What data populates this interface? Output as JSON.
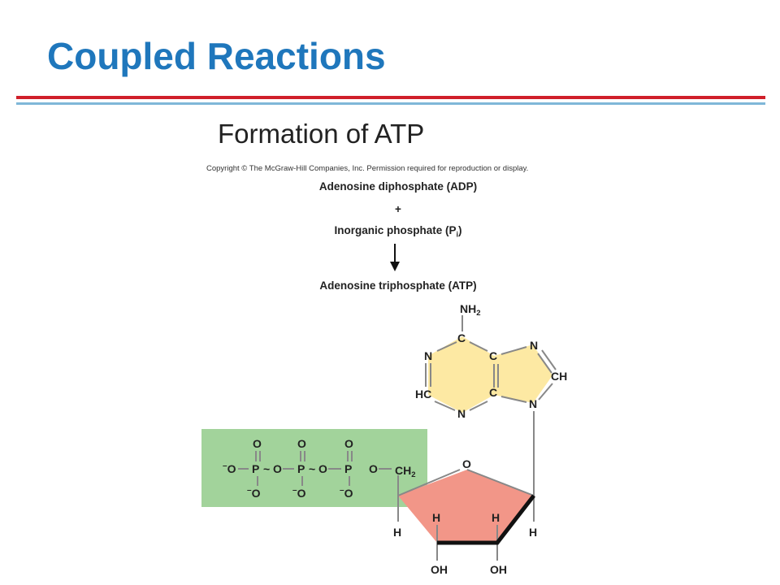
{
  "slide": {
    "title": "Coupled Reactions",
    "subtitle": "Formation of ATP",
    "copyright": "Copyright © The McGraw-Hill Companies, Inc. Permission required for reproduction or display."
  },
  "reaction": {
    "reactant1": "Adenosine diphosphate (ADP)",
    "plus": "+",
    "reactant2_prefix": "Inorganic phosphate (P",
    "reactant2_subscript": "i",
    "reactant2_suffix": ")",
    "product": "Adenosine triphosphate (ATP)"
  },
  "structure": {
    "amine": "NH",
    "amine_sub": "2",
    "adenine": {
      "c_top": "C",
      "n_left": "N",
      "c_right_top": "C",
      "n_right_top": "N",
      "ch": "CH",
      "hc": "HC",
      "c_right_bottom": "C",
      "n_bottom": "N",
      "n_right_bottom": "N"
    },
    "phosphates": {
      "o_top_1": "O",
      "o_top_2": "O",
      "o_top_3": "O",
      "o_minus_left": "O",
      "p1": "P",
      "tilde1": "~",
      "o_bridge_1": "O",
      "p2": "P",
      "tilde2": "~",
      "o_bridge_2": "O",
      "p3": "P",
      "o_bridge_3": "O",
      "o_bottom_1": "O",
      "o_bottom_2": "O",
      "o_bottom_3": "O",
      "ch2": "CH",
      "ch2_sub": "2"
    },
    "ribose": {
      "o_ring": "O",
      "h_inner_left": "H",
      "h_inner_right": "H",
      "h_outer_left": "H",
      "h_outer_right": "H",
      "oh_left": "OH",
      "oh_right": "OH"
    }
  },
  "colors": {
    "title": "#1f77bc",
    "rule_red": "#d0202a",
    "rule_blue": "#7fb7d8",
    "phosphate_box": "#a2d39b",
    "adenine_fill": "#fde9a3",
    "ribose_fill": "#f29688"
  }
}
